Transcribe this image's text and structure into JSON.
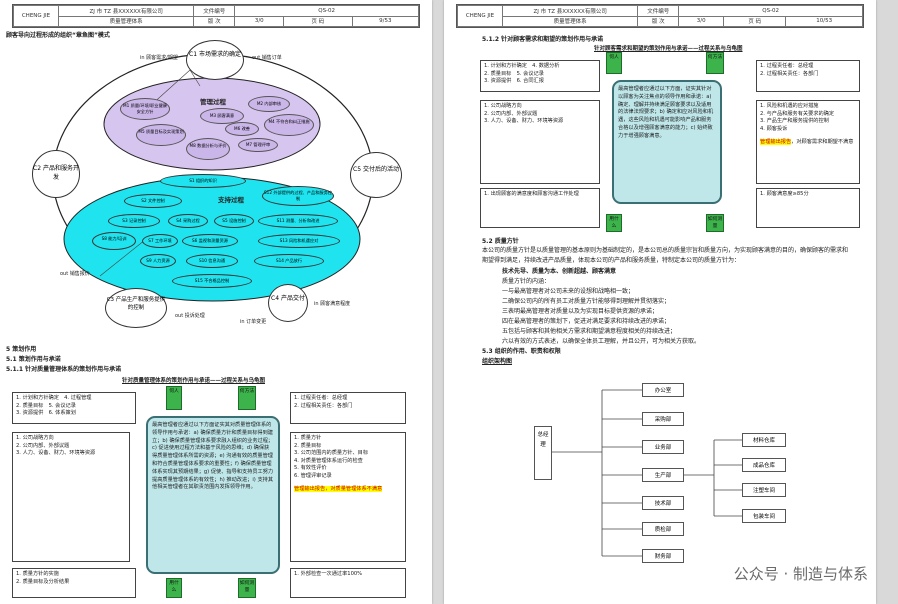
{
  "left_page": {
    "header": {
      "company_cell": "CHENG JIE",
      "company": "ZJ 市 TZ 县XXXXXX有限公司",
      "doc_no_label": "文件编号",
      "doc_no": "QS-02",
      "title": "质量管理体系",
      "version_label": "版 次",
      "version": "3/0",
      "page_label": "页 码",
      "page": "9/53"
    },
    "diagram_title": "顾客导向过程形成的组织“章鱼图”模式",
    "c1": "C1 市场需求的确定",
    "c2": "C2 产品和服务开发",
    "c3": "C3 产品生产和服务提供的控制",
    "c4": "C4 产品交付",
    "c5": "C5 交付后的活动",
    "mgmt_title": "管理过程",
    "mgmt_items": [
      "M1 质量/环境/职业健康安全方针",
      "M2 内部审核",
      "M3 顾客满意",
      "M4 不符合和纠正措施",
      "M5 质量目标及实现策划",
      "M6 改善",
      "M7 管理评审",
      "M8 数据分析与评价"
    ],
    "support_title": "支持过程",
    "support_items": [
      "S1 组织的知识",
      "S2 文件控制",
      "S3 记录控制",
      "S4 采购过程",
      "S5 设施控制",
      "S6 监视和测量资源",
      "S7 工作环境",
      "S8 能力/培训",
      "S9 人力资源",
      "S10 信息沟通",
      "S11 测量、分析和改进",
      "S12 外部提供的过程、产品和服务控制",
      "S13 风险和机遇应对",
      "S14 产品放行",
      "S15 不合格品控制"
    ],
    "arrows": [
      "in 顾客需求/期望",
      "out 销售订单",
      "out 销售报价",
      "out 投诉处理",
      "in 顾客满意程度",
      "in 订单变更"
    ],
    "section5": "5 策划作用",
    "section51": "5.1 策划作用与承诺",
    "section511": "5.1.1 针对质量管理体系的策划作用与承诺",
    "turtle_title": "针对质量管理体系的策划作用与承诺——过程关系与乌龟图",
    "turtle_labels": {
      "who": "何人",
      "how": "何方法",
      "what": "用什么",
      "measure": "如何测量"
    },
    "box_tl": [
      "1. 计划和方针确定",
      "2. 质量目标",
      "3. 资源提供",
      "4. 过程管理",
      "5. 会议记录",
      "6. 体系策划"
    ],
    "box_l2": [
      "1. 公司战略方向",
      "2. 公司内部、外部议题",
      "3. 人力、设备、财力、环境等资源"
    ],
    "box_bl": [
      "1. 质量方针的实施",
      "2. 质量目标及分析结果"
    ],
    "box_tr": [
      "1. 过程责任者：总经理",
      "2. 过程相关责任：各部门"
    ],
    "box_r2": [
      "1. 质量方针",
      "2. 质量目标",
      "3. 公司范围内的质量方针、目标",
      "4. 对质量管理体系运行的检查",
      "5. 有效性评价",
      "6. 管理评审记录"
    ],
    "box_br": [
      "1. 外部检查一次通过率100%"
    ],
    "center_text": "最高管理者应通过以下方面证实其对质量管理体系的领导作用与承诺：a) 确保质量方针和质量目标得到建立；b) 确保质量管理体系要求融入组织的业务过程；c) 促进使用过程方法和基于风险的思维；d) 确保获得质量管理体系所需的资源；e) 沟通有效的质量管理和符合质量管理体系要求的重要性；f) 确保质量管理体系实现其预期结果；g) 促使、指导和支持员工努力提高质量管理体系的有效性；h) 推动改进；i) 支持其他相关管理者在其职责范围内发挥领导作用。",
    "highlight": "管理输出报告，对质量管理体系不满意"
  },
  "right_page": {
    "header": {
      "company_cell": "CHENG JIE",
      "company": "ZJ 市 TZ 县XXXXXX有限公司",
      "doc_no_label": "文件编号",
      "doc_no": "QS-02",
      "title": "质量管理体系",
      "version_label": "版 次",
      "version": "3/0",
      "page_label": "页 码",
      "page": "10/53"
    },
    "section512": "5.1.2 针对顾客需求和期望的策划作用与承诺",
    "turtle_title": "针对顾客需求和期望的策划作用与承诺——过程关系与乌龟图",
    "box_tl": [
      "1. 计划和方针确定",
      "2. 质量目标",
      "3. 资源提供",
      "4. 数据分析",
      "5. 会议记录",
      "6. 合同汇报"
    ],
    "box_l2": [
      "1. 公司战略方向",
      "2. 公司内部、外部议题",
      "3. 人力、设备、财力、环境等资源"
    ],
    "box_bl": [
      "1. 出现顾客的满意度和顾客沟通工作处理"
    ],
    "box_tr": [
      "1. 过程责任者：总经理",
      "2. 过程相关责任：各部门"
    ],
    "box_r2": [
      "1. 风险和机遇的应对措施",
      "2. 与产品和服务有关要求的确定",
      "3. 产品生产和服务提供的控制",
      "4. 顾客投诉"
    ],
    "box_br": [
      "1. 顾客满意度≥85分"
    ],
    "highlight": "管理输出报告",
    "highlight_tail": "，对顾客需求和期望不满意",
    "center_text": "最高管理者应通过以下方面，证实其针对以顾客为关注焦点的领导作用和承诺：a) 确定、理解并持续满足顾客要求以及适用的法律法规要求；b) 确定和应对风险和机遇，这些风险和机遇可能影响产品和服务合格以及增强顾客满意的能力；c) 始终致力于增强顾客满意。",
    "section52": "5.2 质量方针",
    "policy_intro": "本公司的质量方针是以质量管理的基本原则为基础制定的，是本公司总的质量宗旨和质量方向，为实现顾客满意的目的，确保顾客的需求和期望得到满足，持续改进产品质量，体现本公司的产品和服务质量，特制定本公司的质量方针为：",
    "policy": "技术先导、质量为本、创新超越、顾客满意",
    "policy_meaning": "质量方针的内涵：",
    "policy_items": [
      "一与最高管理者对公司未来的设想和战略相一致；",
      "二确保公司内的所有员工对质量方针能够得到理解并贯彻落实；",
      "三表明最高管理者对质量以及为实现目标提供资源的承诺；",
      "四在最高管理者的策划下，促进对满足要求和持续改进的承诺；",
      "五包括与顾客和其他相关方需求和期望满意程度相关的持续改进；",
      "六以有效的方式表述，以确保全体员工理解，并且公开，可为相关方获取。"
    ],
    "section53": "5.3 组织的作用、职责和权限",
    "org_title": "组织架构图",
    "org_root": "总经理",
    "org_depts": [
      "办公室",
      "采购部",
      "业务部",
      "生产部",
      "技术部",
      "质检部",
      "财务部"
    ],
    "org_sub": [
      "材料仓库",
      "成品仓库",
      "注塑车间",
      "包装车间"
    ],
    "watermark": "公众号 · 制造与体系"
  }
}
